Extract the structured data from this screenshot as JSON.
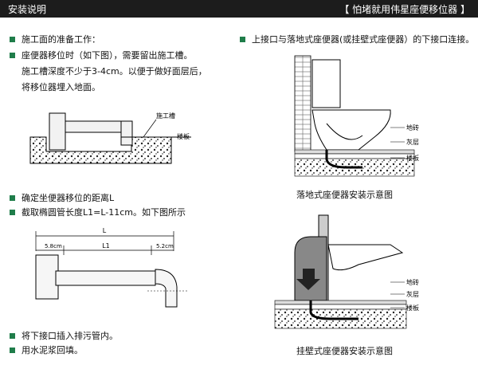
{
  "header": {
    "title": "安装说明",
    "breadcrumb": "【 怕堵就用伟星座便移位器 】"
  },
  "left": {
    "prep_title": "施工面的准备工作：",
    "prep_line1": "座便器移位时（如下图），需要留出施工槽。",
    "prep_line2": "施工槽深度不少于3-4cm。以便于做好面层后，",
    "prep_line3": "将移位器埋入地面。",
    "fig1_label_groove": "施工槽",
    "fig1_label_floor": "楼板",
    "distance_title": "确定坐便器移位的距离L",
    "cut_title": "截取椭圆管长度L1=L-11cm。如下图所示",
    "dim_L": "L",
    "dim_L1": "L1",
    "dim_left": "5.8cm",
    "dim_right": "5.2cm",
    "step_insert": "将下接口插入排污管内。",
    "step_fill": "用水泥浆回填。"
  },
  "right": {
    "connect_title": "上接口与落地式座便器(或挂壁式座便器）的下接口连接。",
    "fig_floor_labels": [
      "地砖",
      "灰层",
      "楼板"
    ],
    "fig_floor_caption": "落地式座便器安装示意图",
    "fig_wall_labels": [
      "地砖",
      "灰层",
      "楼板"
    ],
    "fig_wall_caption": "挂壁式座便器安装示意图"
  },
  "colors": {
    "bullet": "#1f7d4a",
    "header_bg": "#1c1c1c"
  }
}
